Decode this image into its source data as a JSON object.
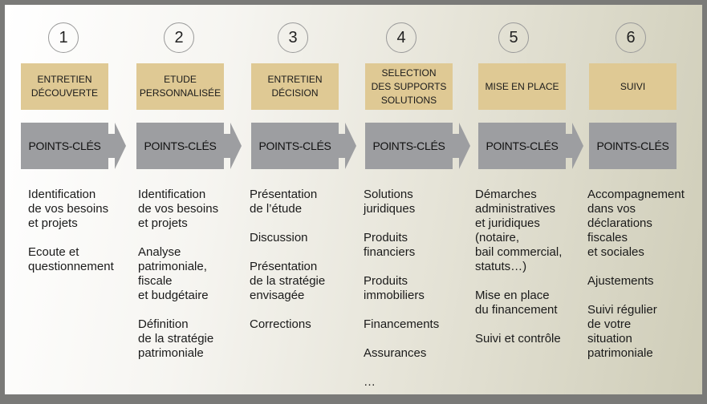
{
  "steps": [
    {
      "number": "1",
      "title": "Entretien\nDécouverte",
      "points_label": "Points-clés",
      "items": [
        "Identification\nde vos besoins\net projets",
        "Ecoute et\nquestionnement"
      ]
    },
    {
      "number": "2",
      "title": "Etude\npersonnalisée",
      "points_label": "Points-clés",
      "items": [
        "Identification\nde vos besoins\net projets",
        "Analyse\npatrimoniale,\nfiscale\net budgétaire",
        "Définition\nde la stratégie\npatrimoniale"
      ]
    },
    {
      "number": "3",
      "title": "Entretien\ndécision",
      "points_label": "Points-clés",
      "items": [
        "Présentation\nde l’étude",
        "Discussion",
        "Présentation\nde la stratégie\nenvisagée",
        "Corrections"
      ]
    },
    {
      "number": "4",
      "title": "Selection\ndes supports\nsolutions",
      "points_label": "Points-clés",
      "items": [
        "Solutions\njuridiques",
        "Produits\nfinanciers",
        "Produits\nimmobiliers",
        "Financements",
        "Assurances",
        "…"
      ]
    },
    {
      "number": "5",
      "title": "Mise en place",
      "points_label": "Points-clés",
      "items": [
        "Démarches\nadministratives\net juridiques\n(notaire,\nbail commercial,\nstatuts…)",
        "Mise en place\ndu financement",
        "Suivi et contrôle"
      ]
    },
    {
      "number": "6",
      "title": "Suivi",
      "points_label": "Points-clés",
      "items": [
        "Accompagnement\ndans vos\ndéclarations\nfiscales\net sociales",
        "Ajustements",
        "Suivi régulier\nde votre\nsituation\npatrimoniale"
      ]
    }
  ]
}
